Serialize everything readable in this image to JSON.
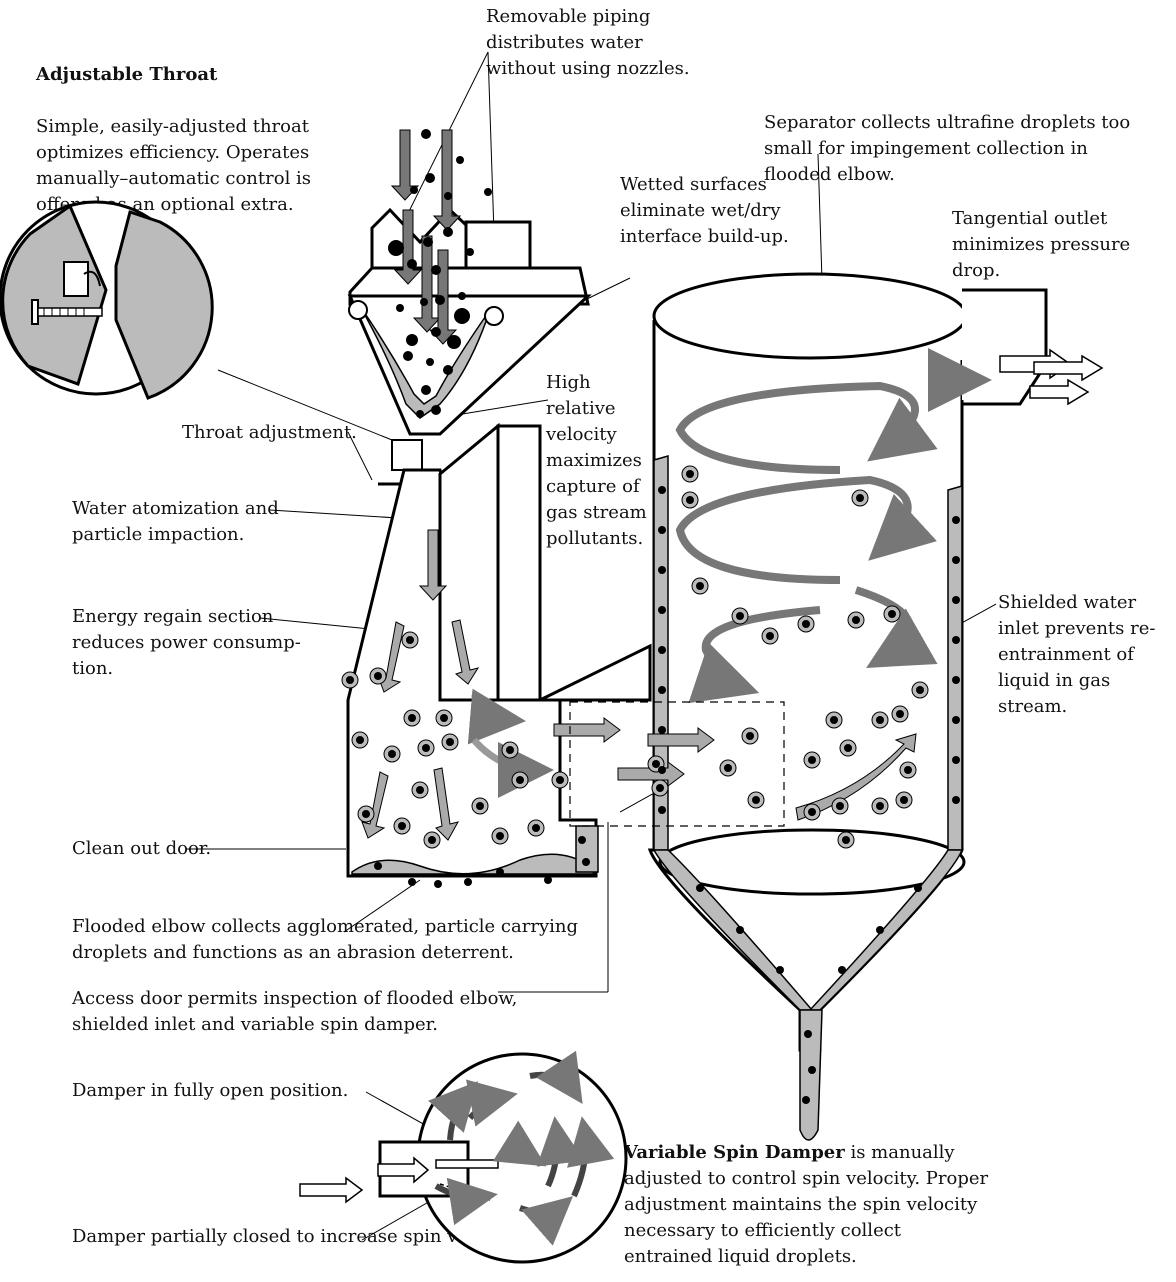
{
  "labels": {
    "adjustable_throat_title": "Adjustable Throat",
    "adjustable_throat_body": "Simple, easily-adjusted throat\noptimizes efficiency. Operates\nmanually–automatic control is\noffered as an optional extra.",
    "removable_piping": "Removable piping\ndistributes water\nwithout using nozzles.",
    "separator": "Separator collects ultrafine droplets too\nsmall for impingement collection in\nflooded elbow.",
    "wetted_surfaces": "Wetted surfaces\neliminate wet/dry\ninterface build-up.",
    "tangential_outlet": "Tangential outlet\nminimizes pressure drop.",
    "high_velocity": "High\nrelative\nvelocity\nmaximizes\ncapture of\ngas stream\npollutants.",
    "throat_adjustment": "Throat adjustment.",
    "water_atomization": "Water atomization and\nparticle impaction.",
    "energy_regain": "Energy regain section\nreduces power consump-\ntion.",
    "shielded_inlet": "Shielded water\ninlet prevents re-\nentrainment of\nliquid in gas\nstream.",
    "clean_out_door": "Clean out door.",
    "flooded_elbow": "Flooded elbow collects agglomerated, particle carrying\ndroplets and functions as an abrasion deterrent.",
    "access_door": "Access door permits inspection of flooded elbow,\nshielded inlet and variable spin damper.",
    "damper_open": "Damper in fully open position.",
    "damper_partial": "Damper partially closed to increase spin velocity.",
    "spin_damper_title": "Variable Spin Damper",
    "spin_damper_body": " is manually\nadjusted to control spin velocity. Proper\nadjustment maintains the spin velocity\nnecessary to efficiently collect\nentrained liquid droplets."
  }
}
